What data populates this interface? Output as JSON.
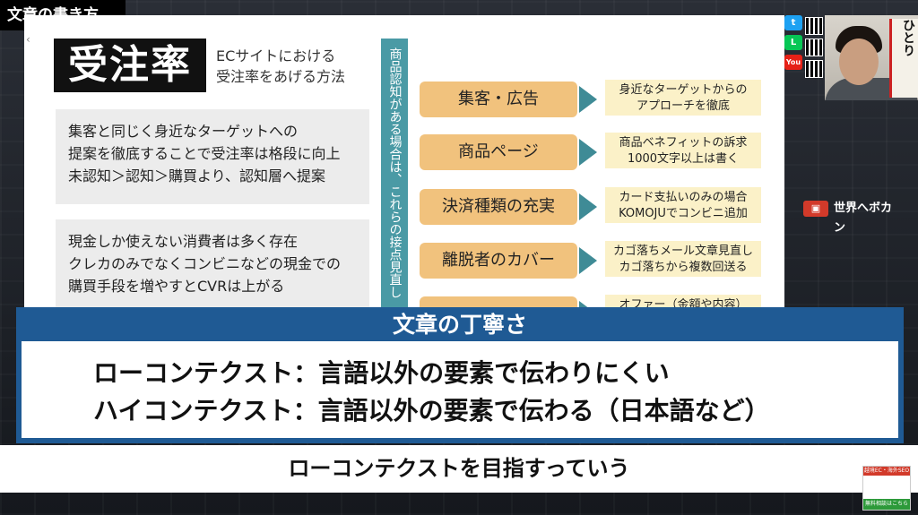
{
  "corner_label": "文章の書き方",
  "slide": {
    "title": "受注率",
    "subtitle_lines": [
      "ECサイトにおける",
      "受注率をあげる方法"
    ],
    "box1_lines": [
      "集客と同じく身近なターゲットへの",
      "提案を徹底することで受注率は格段に向上",
      "未認知＞認知＞購買より、認知層へ提案"
    ],
    "box2_lines": [
      "現金しか使えない消費者は多く存在",
      "クレカのみでなくコンビニなどの現金での",
      "購買手段を増やすとCVRは上がる"
    ],
    "vertical_text": "商品認知がある場合は、これらの接点見直し",
    "rows": [
      {
        "label": "集客・広告",
        "desc": [
          "身近なターゲットからの",
          "アプローチを徹底"
        ]
      },
      {
        "label": "商品ページ",
        "desc": [
          "商品ベネフィットの訴求",
          "1000文字以上は書く"
        ]
      },
      {
        "label": "決済種類の充実",
        "desc": [
          "カード支払いのみの場合",
          "KOMOJUでコンビニ追加"
        ]
      },
      {
        "label": "離脱者のカバー",
        "desc": [
          "カゴ落ちメール文章見直し",
          "カゴ落ちから複数回送る"
        ]
      },
      {
        "label": "",
        "desc": [
          "オファー（金額や内容）",
          ""
        ]
      }
    ]
  },
  "social_icons": [
    "twitter-icon",
    "line-icon",
    "youtube-icon"
  ],
  "social_labels": [
    "t",
    "L",
    "You"
  ],
  "camera_book": "ひとり",
  "logo_text": "世界へボカン",
  "promo": {
    "top": "越境EC・海外SEO",
    "bottom": "無料相談はこちら"
  },
  "caption": {
    "title": "文章の丁寧さ",
    "line1": "ローコンテクスト：言語以外の要素で伝わりにくい",
    "line2": "ハイコンテクスト：言語以外の要素で伝わる（日本語など）"
  },
  "subtitle": "ローコンテクストを目指すっていう",
  "colors": {
    "teal": "#4a9aa5",
    "pill": "#f1c27d",
    "desc": "#fbf1c8",
    "caption": "#1f5a94"
  }
}
